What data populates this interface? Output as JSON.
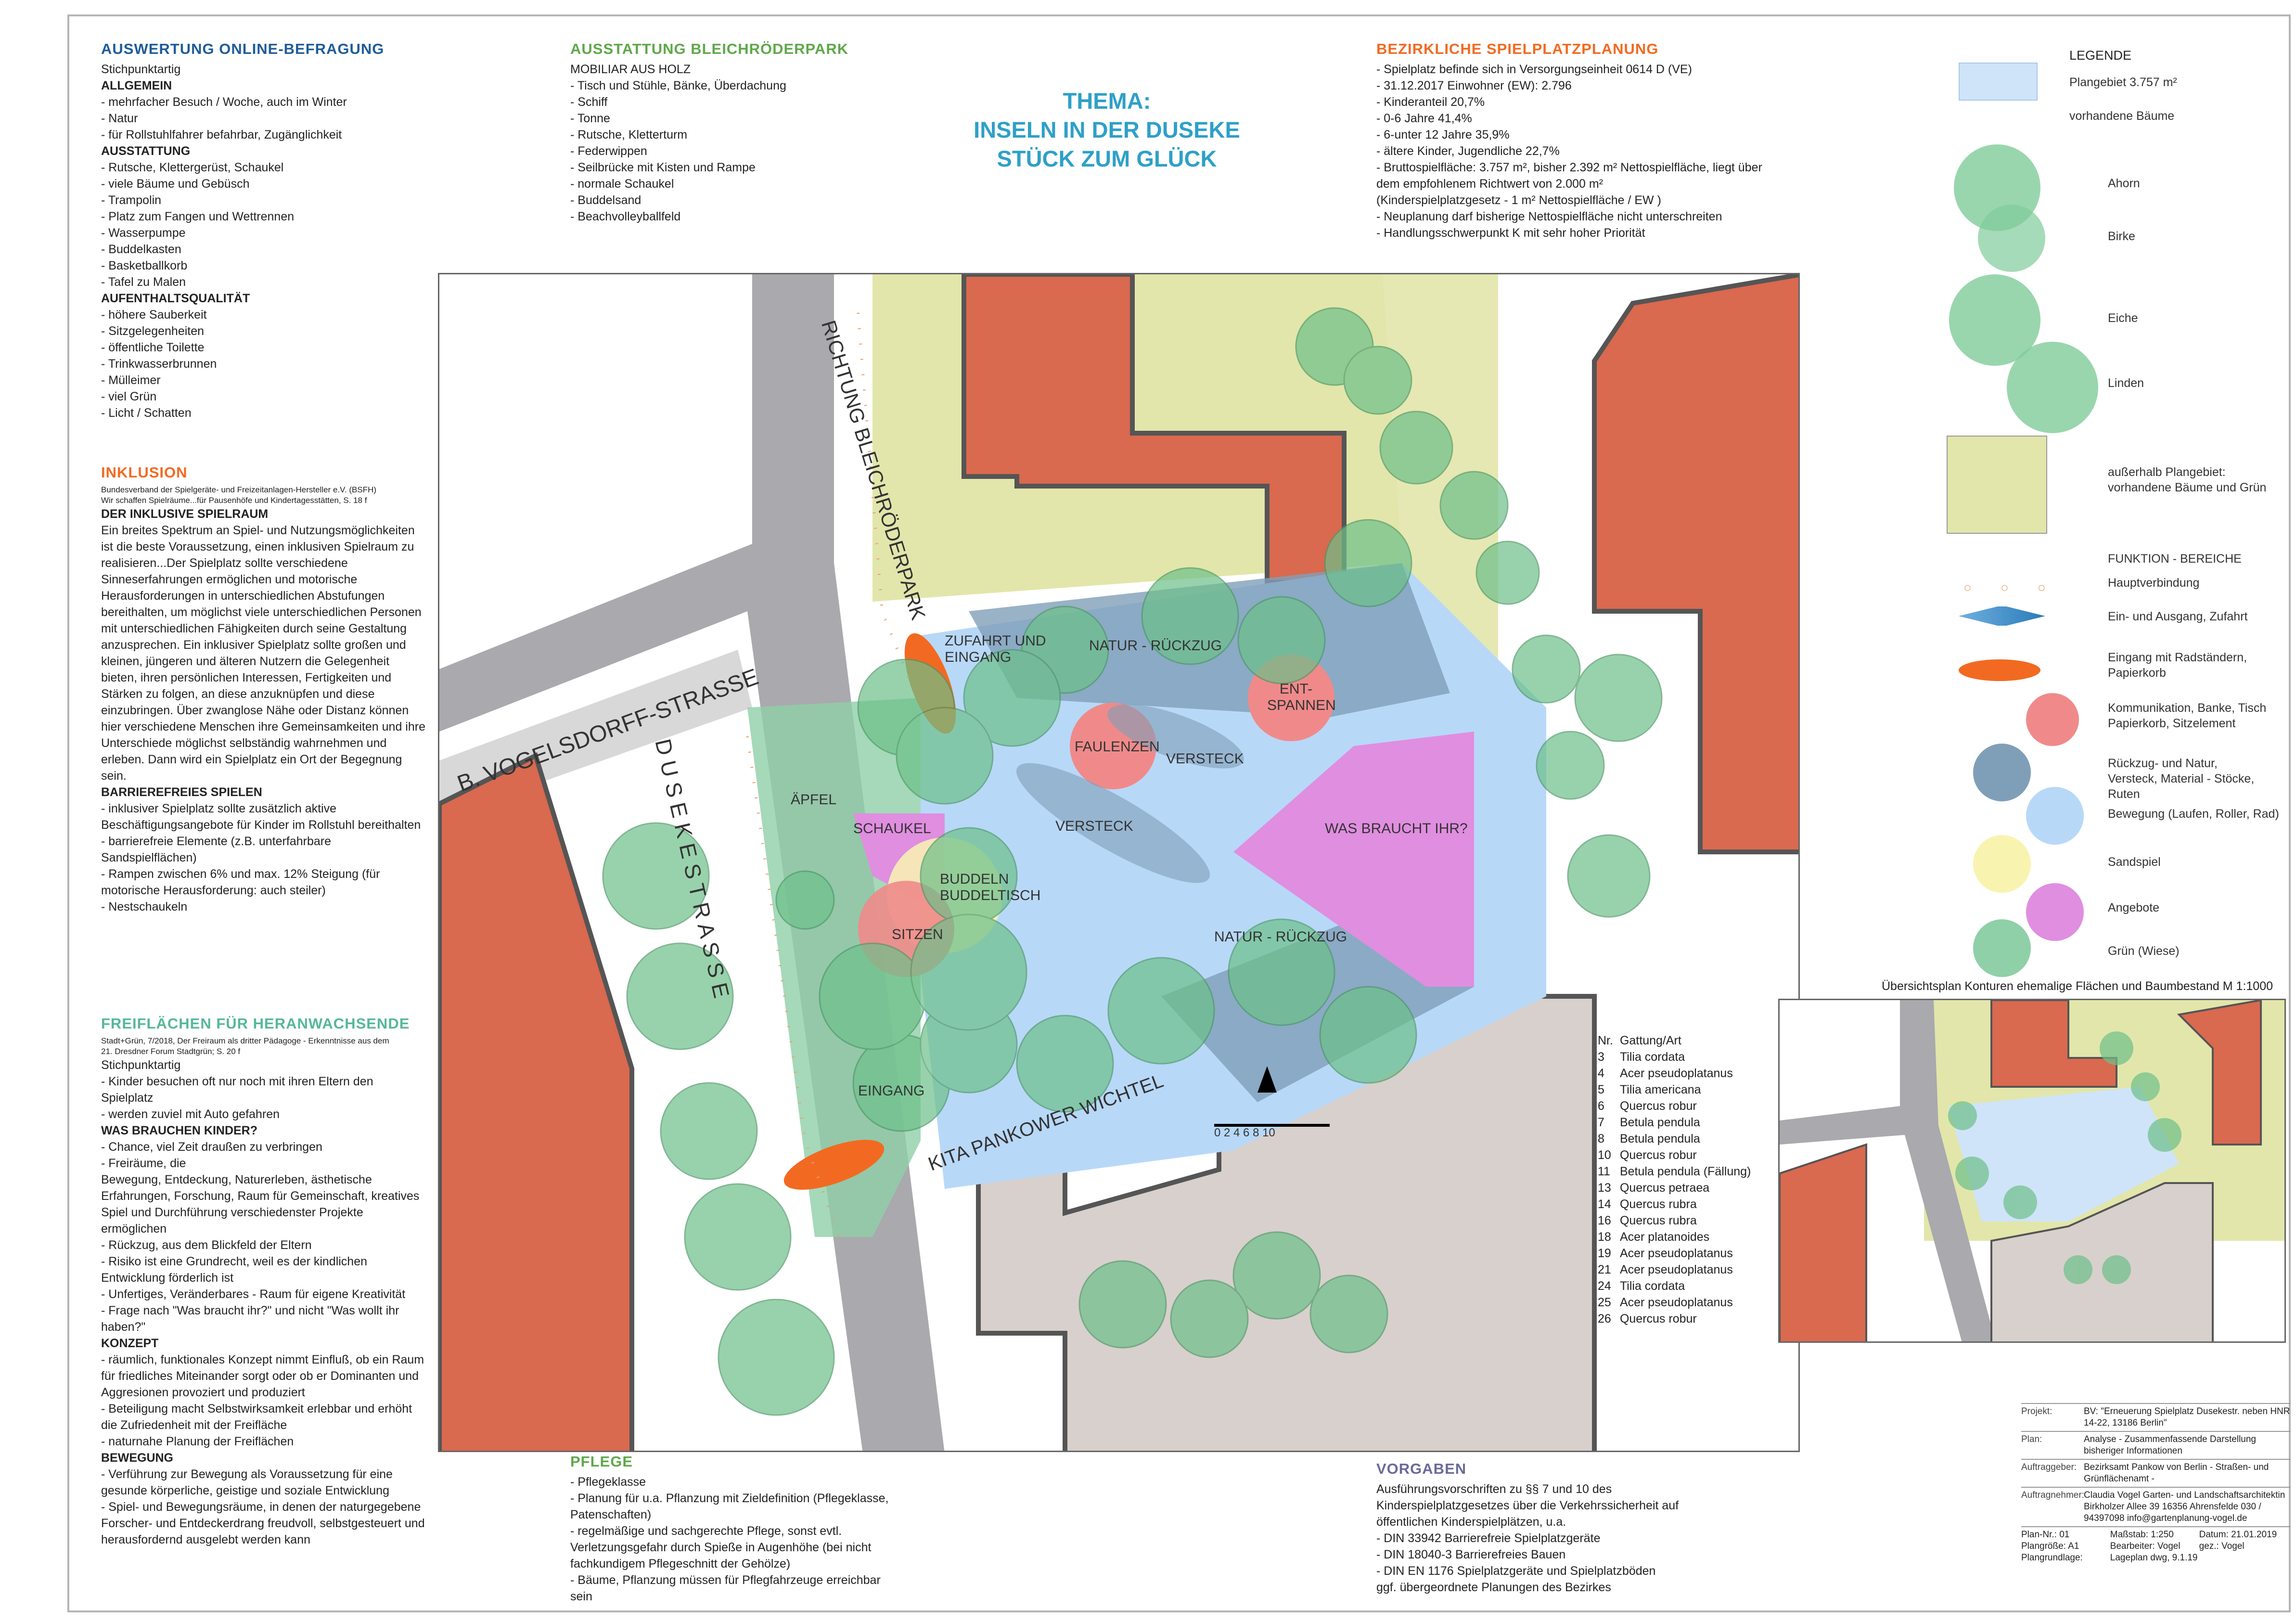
{
  "theme": {
    "line1": "THEMA:",
    "line2": "INSELN IN DER DUSEKE",
    "line3": "STÜCK ZUM GLÜCK"
  },
  "survey": {
    "title": "AUSWERTUNG ONLINE-BEFRAGUNG",
    "intro": "Stichpunktartig",
    "general_head": "ALLGEMEIN",
    "general": [
      "- mehrfacher Besuch / Woche, auch im Winter",
      "- Natur",
      "- für Rollstuhlfahrer befahrbar, Zugänglichkeit"
    ],
    "equip_head": "AUSSTATTUNG",
    "equip": [
      "- Rutsche, Klettergerüst, Schaukel",
      "- viele Bäume und Gebüsch",
      "- Trampolin",
      "- Platz zum Fangen und Wettrennen",
      "- Wasserpumpe",
      "- Buddelkasten",
      "- Basketballkorb",
      "- Tafel zu Malen"
    ],
    "stay_head": "AUFENTHALTSQUALITÄT",
    "stay": [
      "- höhere Sauberkeit",
      "- Sitzgelegenheiten",
      "- öffentliche Toilette",
      "- Trinkwasserbrunnen",
      "- Mülleimer",
      "- viel Grün",
      "- Licht / Schatten"
    ]
  },
  "inclusion": {
    "title": "INKLUSION",
    "source1": "Bundesverband der Spielgeräte- und Freizeitanlagen-Hersteller e.V. (BSFH)",
    "source2": "Wir schaffen Spielräume...für Pausenhöfe und Kindertagesstätten, S. 18 f",
    "head1": "DER INKLUSIVE SPIELRAUM",
    "text": "Ein breites Spektrum an Spiel- und Nutzungsmöglichkeiten ist die beste Voraussetzung, einen inklusiven Spielraum zu realisieren...Der Spielplatz sollte verschiedene Sinneserfahrungen ermöglichen und motorische Herausforderungen in unterschiedlichen Abstufungen bereithalten, um möglichst viele unterschiedlichen Personen mit unterschiedlichen Fähigkeiten durch seine Gestaltung anzusprechen. Ein inklusiver Spielplatz sollte großen und kleinen, jüngeren und älteren Nutzern die Gelegenheit bieten, ihren persönlichen Interessen, Fertigkeiten und Stärken zu folgen, an diese anzuknüpfen und diese einzubringen. Über zwanglose Nähe oder Distanz können hier verschiedene Menschen ihre Gemeinsamkeiten und ihre Unterschiede möglichst selbständig wahrnehmen und erleben. Dann wird ein Spielplatz ein Ort der Begegnung sein.",
    "head2": "BARRIEREFREIES SPIELEN",
    "items": [
      "- inklusiver Spielplatz sollte zusätzlich aktive Beschäftigungsangebote für Kinder im Rollstuhl bereithalten",
      "- barrierefreie Elemente (z.B. unterfahrbare Sandspielflächen)",
      "- Rampen zwischen 6% und max. 12% Steigung (für motorische Herausforderung: auch steiler)",
      "- Nestschaukeln"
    ]
  },
  "teen": {
    "title": "FREIFLÄCHEN FÜR HERANWACHSENDE",
    "source1": "Stadt+Grün, 7/2018, Der Freiraum als dritter Pädagoge - Erkenntnisse aus dem",
    "source2": "21. Dresdner Forum Stadtgrün; S. 20 f",
    "intro": "Stichpunktartig",
    "items1": [
      "- Kinder besuchen oft nur noch mit ihren Eltern den Spielplatz",
      "- werden zuviel mit Auto gefahren"
    ],
    "head1": "WAS BRAUCHEN KINDER?",
    "items2": [
      "- Chance, viel Zeit draußen zu verbringen",
      "- Freiräume, die",
      "Bewegung, Entdeckung, Naturerleben, ästhetische Erfahrungen, Forschung, Raum für Gemeinschaft, kreatives Spiel und Durchführung verschiedenster Projekte  ermöglichen",
      "- Rückzug, aus dem Blickfeld der Eltern",
      "- Risiko ist eine Grundrecht, weil es der kindlichen Entwicklung förderlich ist",
      "- Unfertiges, Veränderbares - Raum für eigene Kreativität",
      "- Frage nach \"Was braucht ihr?\" und nicht \"Was wollt ihr haben?\""
    ],
    "head2": "KONZEPT",
    "items3": [
      "- räumlich, funktionales Konzept nimmt Einfluß, ob ein Raum für friedliches Miteinander sorgt oder ob er Dominanten und Aggresionen provoziert und produziert",
      "- Beteiligung macht Selbstwirksamkeit erlebbar und erhöht die Zufriedenheit mit der Freifläche",
      "- naturnahe Planung der Freiflächen"
    ],
    "head3": "BEWEGUNG",
    "items4": [
      "- Verführung zur Bewegung als Voraussetzung für eine gesunde körperliche, geistige und soziale Entwicklung",
      "- Spiel- und Bewegungsräume, in denen der naturgegebene Forscher- und Entdeckerdrang freudvoll, selbstgesteuert und herausfordernd ausgelebt werden kann"
    ]
  },
  "park": {
    "title": "AUSSTATTUNG BLEICHRÖDERPARK",
    "sub": "MOBILIAR AUS HOLZ",
    "items": [
      "- Tisch und Stühle, Bänke, Überdachung",
      "- Schiff",
      "- Tonne",
      "- Rutsche, Kletterturm",
      "- Federwippen",
      "- Seilbrücke mit Kisten und Rampe",
      "- normale Schaukel",
      "- Buddelsand",
      "- Beachvolleyballfeld"
    ]
  },
  "district": {
    "title": "BEZIRKLICHE SPIELPLATZPLANUNG",
    "items": [
      "- Spielplatz befinde sich in Versorgungseinheit 0614 D (VE)",
      "- 31.12.2017 Einwohner (EW): 2.796",
      "- Kinderanteil 20,7%",
      "- 0-6 Jahre 41,4%",
      "- 6-unter 12 Jahre 35,9%",
      "- ältere Kinder, Jugendliche 22,7%",
      "- Bruttospielfläche: 3.757 m², bisher 2.392 m² Nettospielfläche, liegt über dem empfohlenem Richtwert von 2.000 m²",
      "(Kinderspielplatzgesetz - 1 m² Nettospielfläche / EW )",
      "- Neuplanung darf bisherige  Nettospielfläche nicht unterschreiten",
      "- Handlungsschwerpunkt K mit sehr hoher Priorität"
    ]
  },
  "care": {
    "title": "PFLEGE",
    "items": [
      "- Pflegeklasse",
      "- Planung für u.a. Pflanzung mit Zieldefinition (Pflegeklasse, Patenschaften)",
      "- regelmäßige und sachgerechte Pflege, sonst evtl. Verletzungsgefahr durch Spieße in Augenhöhe (bei nicht fachkundigem Pflegeschnitt der Gehölze)",
      "- Bäume, Pflanzung müssen für Pflegfahrzeuge erreichbar sein"
    ]
  },
  "rules": {
    "title": "VORGABEN",
    "intro": "Ausführungsvorschriften zu §§ 7 und 10 des Kinderspielplatzgesetzes über die Verkehrssicherheit auf öffentlichen Kinderspielplätzen, u.a.",
    "items": [
      "- DIN 33942    Barrierefreie Spielplatzgeräte",
      "- DIN 18040-3  Barrierefreies Bauen",
      "- DIN EN 1176  Spielplatzgeräte und Spielplatzböden",
      "ggf. übergeordnete Planungen des Bezirkes"
    ]
  },
  "legend": {
    "title": "LEGENDE",
    "area": "Plangebiet 3.757 m²",
    "trees": "vorhandene Bäume",
    "ahorn": "Ahorn",
    "birke": "Birke",
    "eiche": "Eiche",
    "linden": "Linden",
    "outside": "außerhalb Plangebiet: vorhandene Bäume und Grün",
    "functions": "FUNKTION - BEREICHE",
    "main": "Hauptverbindung",
    "entry": "Ein- und Ausgang, Zufahrt",
    "bike": "Eingang mit Radständern, Papierkorb",
    "comm": "Kommunikation, Banke, Tisch Papierkorb, Sitzelement",
    "nature": "Rückzug- und Natur, Versteck, Material - Stöcke, Ruten",
    "move": "Bewegung (Laufen, Roller, Rad)",
    "sand": "Sandspiel",
    "offers": "Angebote",
    "green": "Grün (Wiese)"
  },
  "map": {
    "labels": {
      "street1": "B. VOGELSDORFF-STRASSE",
      "street2": "D U S E K E S T R A S S E",
      "park_dir": "RICHTUNG BLEICHRÖDERPARK",
      "kita": "KITA PANKOWER WICHTEL",
      "zufahrt": "ZUFAHRT UND EINGANG",
      "natur1": "NATUR - RÜCKZUG",
      "natur2": "NATUR - RÜCKZUG",
      "entspannen": "ENT- SPANNEN",
      "faulenzen": "FAULENZEN",
      "versteck1": "VERSTECK",
      "versteck2": "VERSTECK",
      "aepfel": "ÄPFEL",
      "schaukel": "SCHAUKEL",
      "buddeln": "BUDDELN BUDDELTISCH",
      "sitzen": "SITZEN",
      "braucht": "WAS BRAUCHT IHR?",
      "eingang": "EINGANG",
      "scale": "0  2  4  6  8  10"
    }
  },
  "species": {
    "head": [
      "Nr.",
      "Gattung/Art"
    ],
    "rows": [
      [
        "3",
        "Tilia cordata"
      ],
      [
        "4",
        "Acer pseudoplatanus"
      ],
      [
        "5",
        "Tilia americana"
      ],
      [
        "6",
        "Quercus robur"
      ],
      [
        "7",
        "Betula pendula"
      ],
      [
        "8",
        "Betula pendula"
      ],
      [
        "10",
        "Quercus robur"
      ],
      [
        "11",
        "Betula pendula (Fällung)"
      ],
      [
        "13",
        "Quercus petraea"
      ],
      [
        "14",
        "Quercus rubra"
      ],
      [
        "16",
        "Quercus rubra"
      ],
      [
        "18",
        "Acer platanoides"
      ],
      [
        "19",
        "Acer pseudoplatanus"
      ],
      [
        "21",
        "Acer pseudoplatanus"
      ],
      [
        "24",
        "Tilia cordata"
      ],
      [
        "25",
        "Acer pseudoplatanus"
      ],
      [
        "26",
        "Quercus robur"
      ]
    ]
  },
  "overview": {
    "title": "Übersichtsplan Konturen ehemalige Flächen und Baumbestand M 1:1000"
  },
  "titleblock": {
    "projekt_k": "Projekt:",
    "projekt_v": "BV: \"Erneuerung Spielplatz Dusekestr. neben HNR 14-22, 13186 Berlin\"",
    "plan_k": "Plan:",
    "plan_v": "Analyse - Zusammenfassende Darstellung bisheriger Informationen",
    "ag_k": "Auftraggeber:",
    "ag_v": "Bezirksamt Pankow von Berlin - Straßen- und Grünflächenamt -",
    "an_k": "Auftragnehmer:",
    "an_v": "Claudia Vogel Garten- und Landschaftsarchitektin Birkholzer Allee 39  16356 Ahrensfelde 030 / 94397098  info@gartenplanung-vogel.de",
    "meta": [
      "Plan-Nr.: 01",
      "Maßstab: 1:250",
      "Datum: 21.01.2019",
      "Plangröße: A1",
      "Bearbeiter: Vogel",
      "gez.: Vogel",
      "Plangrundlage:",
      "Lageplan dwg, 9.1.19"
    ]
  },
  "colors": {
    "comm": "#f08a8a",
    "nature": "#7f9fb8",
    "move": "#b8d8f8",
    "sand": "#f8f4b0",
    "offers": "#e08ee0",
    "green": "#8fd0a8",
    "building": "#d9694f",
    "bike": "#f26a21"
  }
}
